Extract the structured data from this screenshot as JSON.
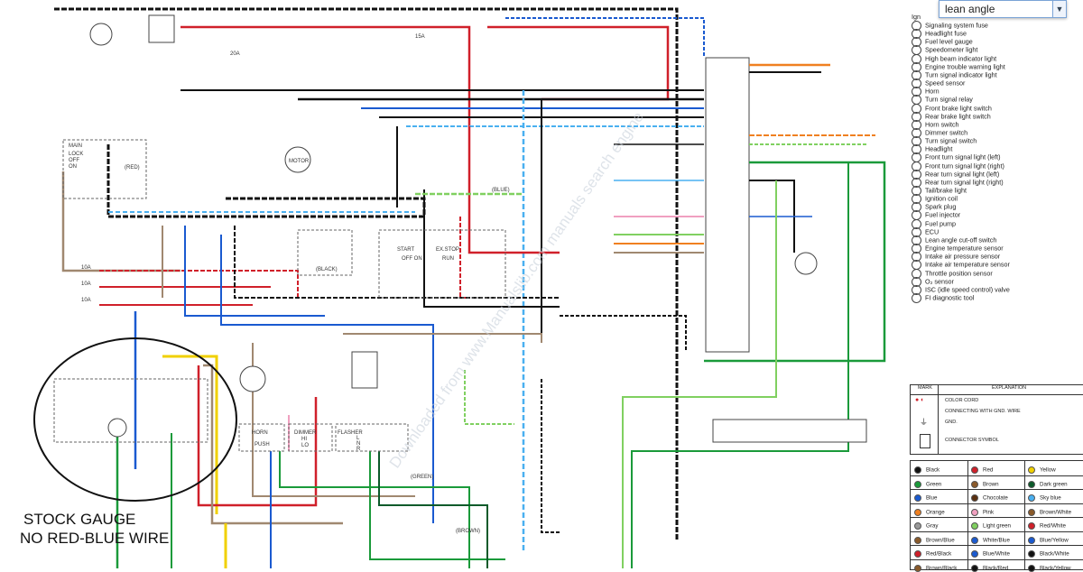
{
  "dropdown": {
    "value": "lean angle"
  },
  "legend_items": [
    "Signaling system fuse",
    "Headlight fuse",
    "Fuel level gauge",
    "Speedometer light",
    "High beam indicator light",
    "Engine trouble warning light",
    "Turn signal indicator light",
    "Speed sensor",
    "Horn",
    "Turn signal relay",
    "Front brake light switch",
    "Rear brake light switch",
    "Horn switch",
    "Dimmer switch",
    "Turn signal switch",
    "Headlight",
    "Front turn signal light (left)",
    "Front turn signal light (right)",
    "Rear turn signal light (left)",
    "Rear turn signal light (right)",
    "Tail/brake light",
    "Ignition coil",
    "Spark plug",
    "Fuel injector",
    "Fuel pump",
    "ECU",
    "Lean angle cut-off switch",
    "Engine temperature sensor",
    "Intake air pressure sensor",
    "Intake air temperature sensor",
    "Throttle position sensor",
    "O₂ sensor",
    "ISC (idle speed control) valve",
    "FI diagnostic tool"
  ],
  "legend_partial_top": [
    "Ign"
  ],
  "mark_table": {
    "header_mark": "MARK",
    "header_explanation": "EXPLANATION",
    "rows": [
      "COLOR CORD",
      "CONNECTING WITH GND. WIRE",
      "GND.",
      "CONNECTOR SYMBOL"
    ]
  },
  "color_table": [
    {
      "name": "Black",
      "color": "#111111"
    },
    {
      "name": "Red",
      "color": "#d0202a"
    },
    {
      "name": "Yellow",
      "color": "#f0d000"
    },
    {
      "name": "Green",
      "color": "#1a9a3a"
    },
    {
      "name": "Brown",
      "color": "#8a5a2a"
    },
    {
      "name": "Dark green",
      "color": "#0b5a2a"
    },
    {
      "name": "Blue",
      "color": "#1a5ad0"
    },
    {
      "name": "Chocolate",
      "color": "#5a3010"
    },
    {
      "name": "Sky blue",
      "color": "#4ab0f0"
    },
    {
      "name": "Orange",
      "color": "#f08020"
    },
    {
      "name": "Pink",
      "color": "#f0a0c0"
    },
    {
      "name": "Brown/White",
      "color": "#8a5a2a"
    },
    {
      "name": "Gray",
      "color": "#999999"
    },
    {
      "name": "Light green",
      "color": "#80d060"
    },
    {
      "name": "Red/White",
      "color": "#d0202a"
    },
    {
      "name": "Brown/Blue",
      "color": "#8a5a2a"
    },
    {
      "name": "White/Blue",
      "color": "#1a5ad0"
    },
    {
      "name": "Blue/Yellow",
      "color": "#1a5ad0"
    },
    {
      "name": "Red/Black",
      "color": "#d0202a"
    },
    {
      "name": "Blue/White",
      "color": "#1a5ad0"
    },
    {
      "name": "Black/White",
      "color": "#111111"
    },
    {
      "name": "Brown/Black",
      "color": "#8a5a2a"
    },
    {
      "name": "Black/Red",
      "color": "#111111"
    },
    {
      "name": "Black/Yellow",
      "color": "#111111"
    }
  ],
  "stock_label": {
    "line1": "STOCK GAUGE",
    "line2": "NO RED-BLUE WIRE"
  },
  "switch_labels": {
    "main": "MAIN",
    "lock": "LOCK",
    "off": "OFF",
    "on": "ON",
    "start": "START",
    "off_on": "OFF ON",
    "exstop": "EX.STOP",
    "run": "RUN",
    "horn": "HORN",
    "push": "PUSH",
    "dimmer": "DIMMER",
    "hi": "HI",
    "lo": "LO",
    "flasher": "FLASHER",
    "l": "L",
    "n": "N",
    "r": "R",
    "motor": "MOTOR"
  },
  "connector_color_tags": [
    "(BLACK)",
    "(RED)",
    "(BLUE)",
    "(GREEN)",
    "(BROWN)"
  ],
  "fuse_amps": [
    "10A",
    "10A",
    "15A",
    "10A",
    "20A"
  ],
  "watermark": "Downloaded from www.Manualslib.com manuals search engine",
  "wire_colors": {
    "black": "#111111",
    "red": "#d0202a",
    "blue": "#1a5ad0",
    "green": "#1a9a3a",
    "brown": "#a08870",
    "yellow": "#f0d000",
    "orange": "#f08020",
    "pink": "#f0a0c0",
    "sky": "#4ab0f0",
    "lightgreen": "#80d060",
    "gray": "#9a9a9a"
  }
}
